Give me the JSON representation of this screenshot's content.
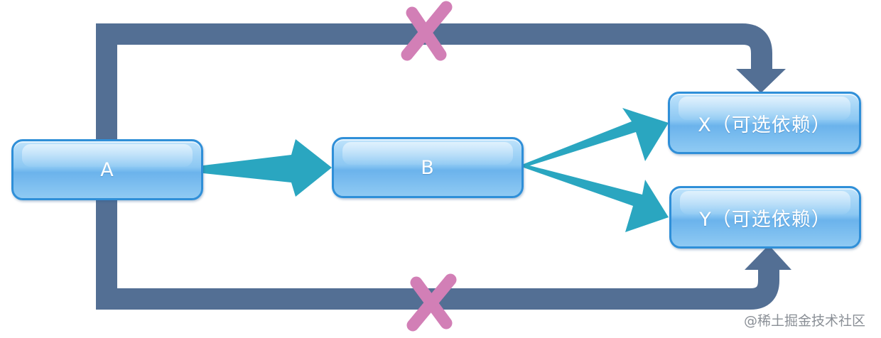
{
  "nodes": {
    "a": "A",
    "b": "B",
    "x": "X（可选依赖）",
    "y": "Y（可选依赖）"
  },
  "watermark": "@稀土掘金技术社区",
  "colors": {
    "node_border": "#2f8fd8",
    "direct_arrow": "#2aa6c0",
    "transitive_path": "#536f94",
    "blocked_mark": "#d27fb6"
  }
}
